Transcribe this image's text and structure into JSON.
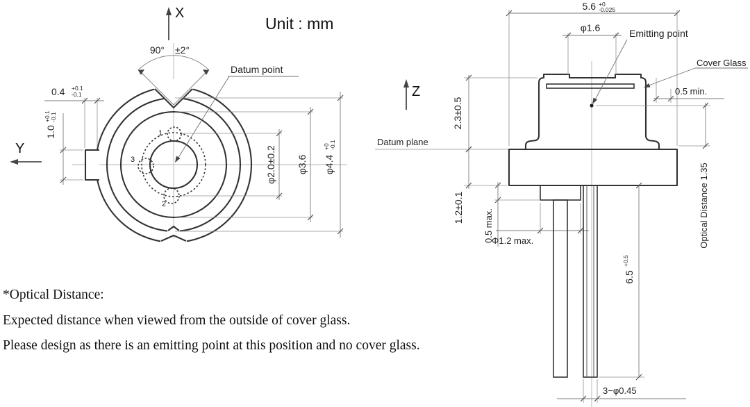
{
  "title_unit": "Unit : mm",
  "axes": {
    "x": "X",
    "y": "Y",
    "z": "Z"
  },
  "front_view": {
    "angle": {
      "value": "90°",
      "tolerance": "±2°"
    },
    "datum_point": "Datum point",
    "pin_labels": {
      "p1": "1",
      "p2": "2",
      "p3": "3"
    },
    "dims": {
      "tab_width": {
        "value": "0.4",
        "tol_plus": "+0.1",
        "tol_minus": "-0.1"
      },
      "tab_height": {
        "value": "1.0",
        "tol_plus": "+0.1",
        "tol_minus": "-0.1"
      },
      "window_dia": "φ2.0±0.2",
      "cap_dia": "φ3.6",
      "base_dia": {
        "value": "φ4.4",
        "tol_plus": "+0",
        "tol_minus": "-0.1"
      }
    }
  },
  "side_view": {
    "labels": {
      "datum_plane": "Datum plane",
      "emitting_point": "Emitting point",
      "cover_glass": "Cover Glass"
    },
    "dims": {
      "flange_dia": {
        "value": "5.6",
        "tol_plus": "+0",
        "tol_minus": "-0.025"
      },
      "window_dia": "φ1.6",
      "cover_margin": "0.5 min.",
      "cap_height": "2.3±0.5",
      "flange_thickness": "1.2±0.1",
      "standoff_height": "0.5 max.",
      "standoff_dia": "Φ1.2 max.",
      "lead_length": {
        "value": "6.5",
        "tol_plus": "+0.5",
        "tol_minus": ""
      },
      "optical_distance": "Optical Distance 1.35",
      "lead_dia": "3−φ0.45"
    }
  },
  "notes": {
    "line1": "*Optical Distance:",
    "line2": "Expected distance when viewed from the outside of cover glass.",
    "line3": "Please design as there is an emitting point at this position and no cover glass."
  }
}
